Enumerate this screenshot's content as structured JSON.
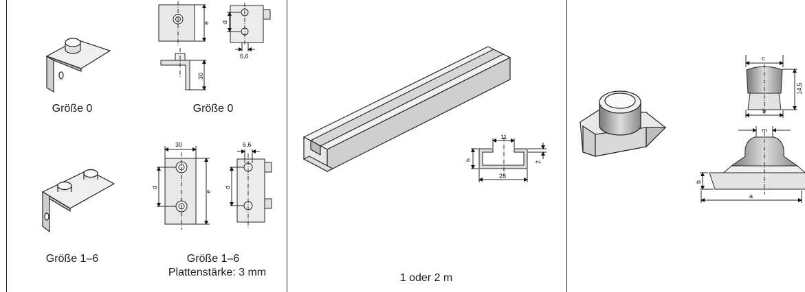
{
  "panel1": {
    "caption_a": "Größe 0",
    "caption_b": "Größe 0",
    "caption_c": "Größe 1–6",
    "caption_d": "Größe 1–6",
    "caption_e": "Plattenstärke: 3 mm",
    "dims_small_front": {
      "e": "e"
    },
    "dims_small_side": {
      "d": "d",
      "w": "6,6"
    },
    "dims_small_bottom": {
      "h": "30"
    },
    "dims_large_front": {
      "w": "30",
      "d": "d",
      "e": "e"
    },
    "dims_large_side": {
      "w": "6,6",
      "d": "d"
    }
  },
  "panel2": {
    "caption": "1 oder 2 m",
    "dims": {
      "top": "11",
      "h": "h",
      "t": "2",
      "w": "28"
    }
  },
  "panel3": {
    "dims": {
      "c": "c",
      "h": "14,5",
      "b": "b",
      "m": "m",
      "bb": "b",
      "a": "a"
    }
  }
}
